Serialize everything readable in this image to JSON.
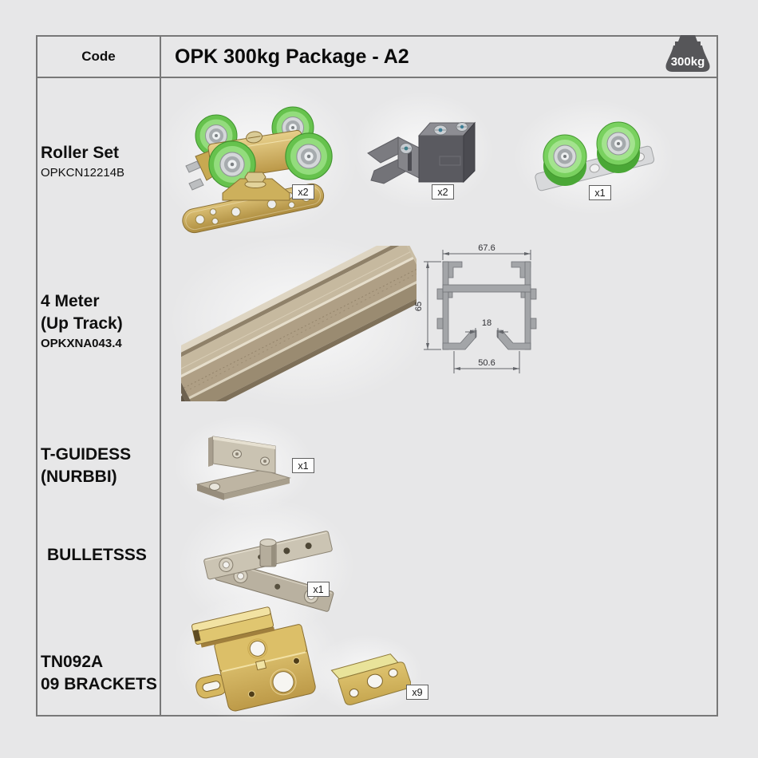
{
  "header": {
    "code_label": "Code",
    "title": "OPK 300kg Package - A2",
    "weight_badge": "300kg"
  },
  "rows": {
    "roller_set": {
      "name": "Roller Set",
      "code": "OPKCN12214B",
      "items": {
        "main_roller_qty": "x2",
        "stopper_qty": "x2",
        "guide_roller_qty": "x1"
      }
    },
    "up_track": {
      "name_line1": "4 Meter",
      "name_line2": "(Up Track)",
      "code": "OPKXNA043.4",
      "profile_drawing": {
        "top_width": "67.6",
        "height": "65",
        "slot_width": "18",
        "bottom_width": "50.6"
      }
    },
    "t_guide": {
      "name_line1": "T-GUIDESS",
      "name_line2": "(NURBBI)",
      "qty": "x1"
    },
    "bullet": {
      "name": "BULLETSSS",
      "qty": "x1"
    },
    "brackets": {
      "name_line1": "TN092A",
      "name_line2": "09 BRACKETS",
      "qty": "x9"
    }
  },
  "colors": {
    "page_bg": "#e7e7e8",
    "table_border": "#787878",
    "weight_badge_bg": "#565659",
    "roller_green": "#79d15f",
    "brass": "#cfae58",
    "zinc_yellow": "#d9bc63",
    "track_champagne": "#b3a48c",
    "stopper_gray": "#5a5a60",
    "drawing_gray": "#a3a5a8"
  }
}
